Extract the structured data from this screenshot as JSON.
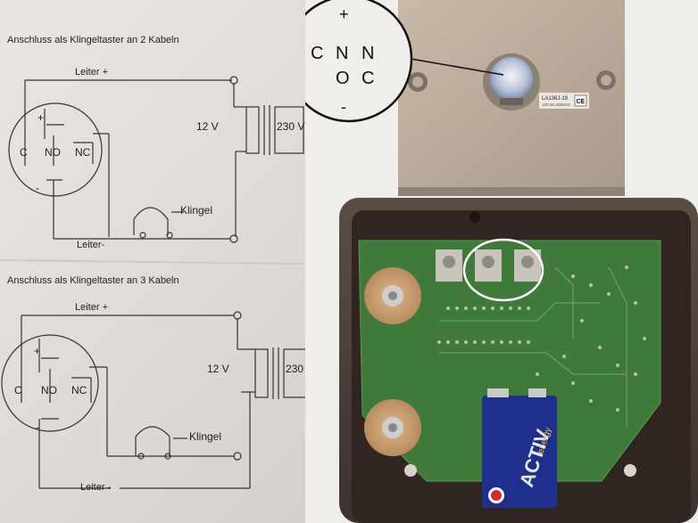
{
  "diagram_two_wire": {
    "title": "Anschluss als Klingeltaster an 2 Kabeln",
    "wire_plus": "Leiter +",
    "wire_minus": "Leiter-",
    "voltage_low": "12 V",
    "voltage_high": "230 V",
    "bell": "Klingel",
    "switch_plus": "+",
    "switch_minus": "-",
    "term_c": "C",
    "term_no": "NO",
    "term_nc": "NC"
  },
  "diagram_three_wire": {
    "title": "Anschluss als Klingeltaster an 3 Kabeln",
    "wire_plus": "Leiter +",
    "wire_minus": "Leiter -",
    "voltage_low": "12 V",
    "voltage_high": "230",
    "bell": "Klingel",
    "switch_plus": "+",
    "switch_minus": "-",
    "term_c": "C",
    "term_no": "NO",
    "term_nc": "NC"
  },
  "callout": {
    "plus": "+",
    "minus": "-",
    "c": "C",
    "n1": "N",
    "o": "O",
    "n2": "N",
    "c2": "C"
  },
  "plate_label": {
    "line1": "LA136J-19",
    "line2": "12V 5A 250VAC"
  },
  "battery": {
    "brand": "ACTIV",
    "sub": "energy"
  }
}
